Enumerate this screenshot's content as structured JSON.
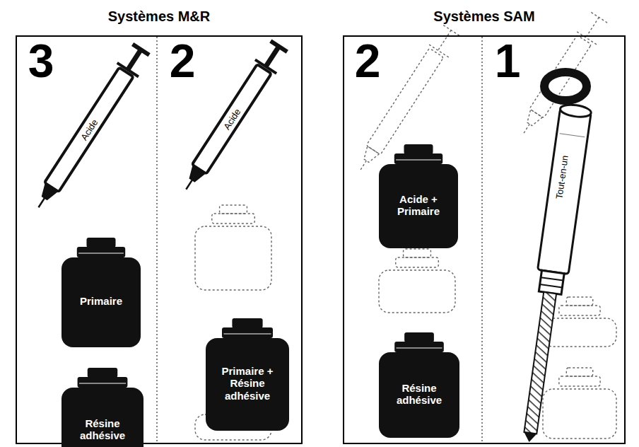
{
  "diagram": {
    "nodes": [
      {
        "text": [
          "Systèmes M&R"
        ]
      },
      {
        "text": [
          "Primaire"
        ],
        "in": 0
      },
      {
        "text": [
          "Résine adhésive"
        ],
        "in": 0
      },
      {
        "text": [
          "Primaire + Résine adhésive"
        ],
        "in": 0
      },
      {
        "text": [
          "Systèmes SAM"
        ]
      },
      {
        "text": [
          "Acide + Primaire"
        ],
        "in": 4
      },
      {
        "text": [
          "Résine adhésive"
        ],
        "in": 4
      }
    ],
    "labels": [
      "3",
      "2",
      "2",
      "1",
      "Acide",
      "Acide",
      "Tout-en-un"
    ]
  }
}
